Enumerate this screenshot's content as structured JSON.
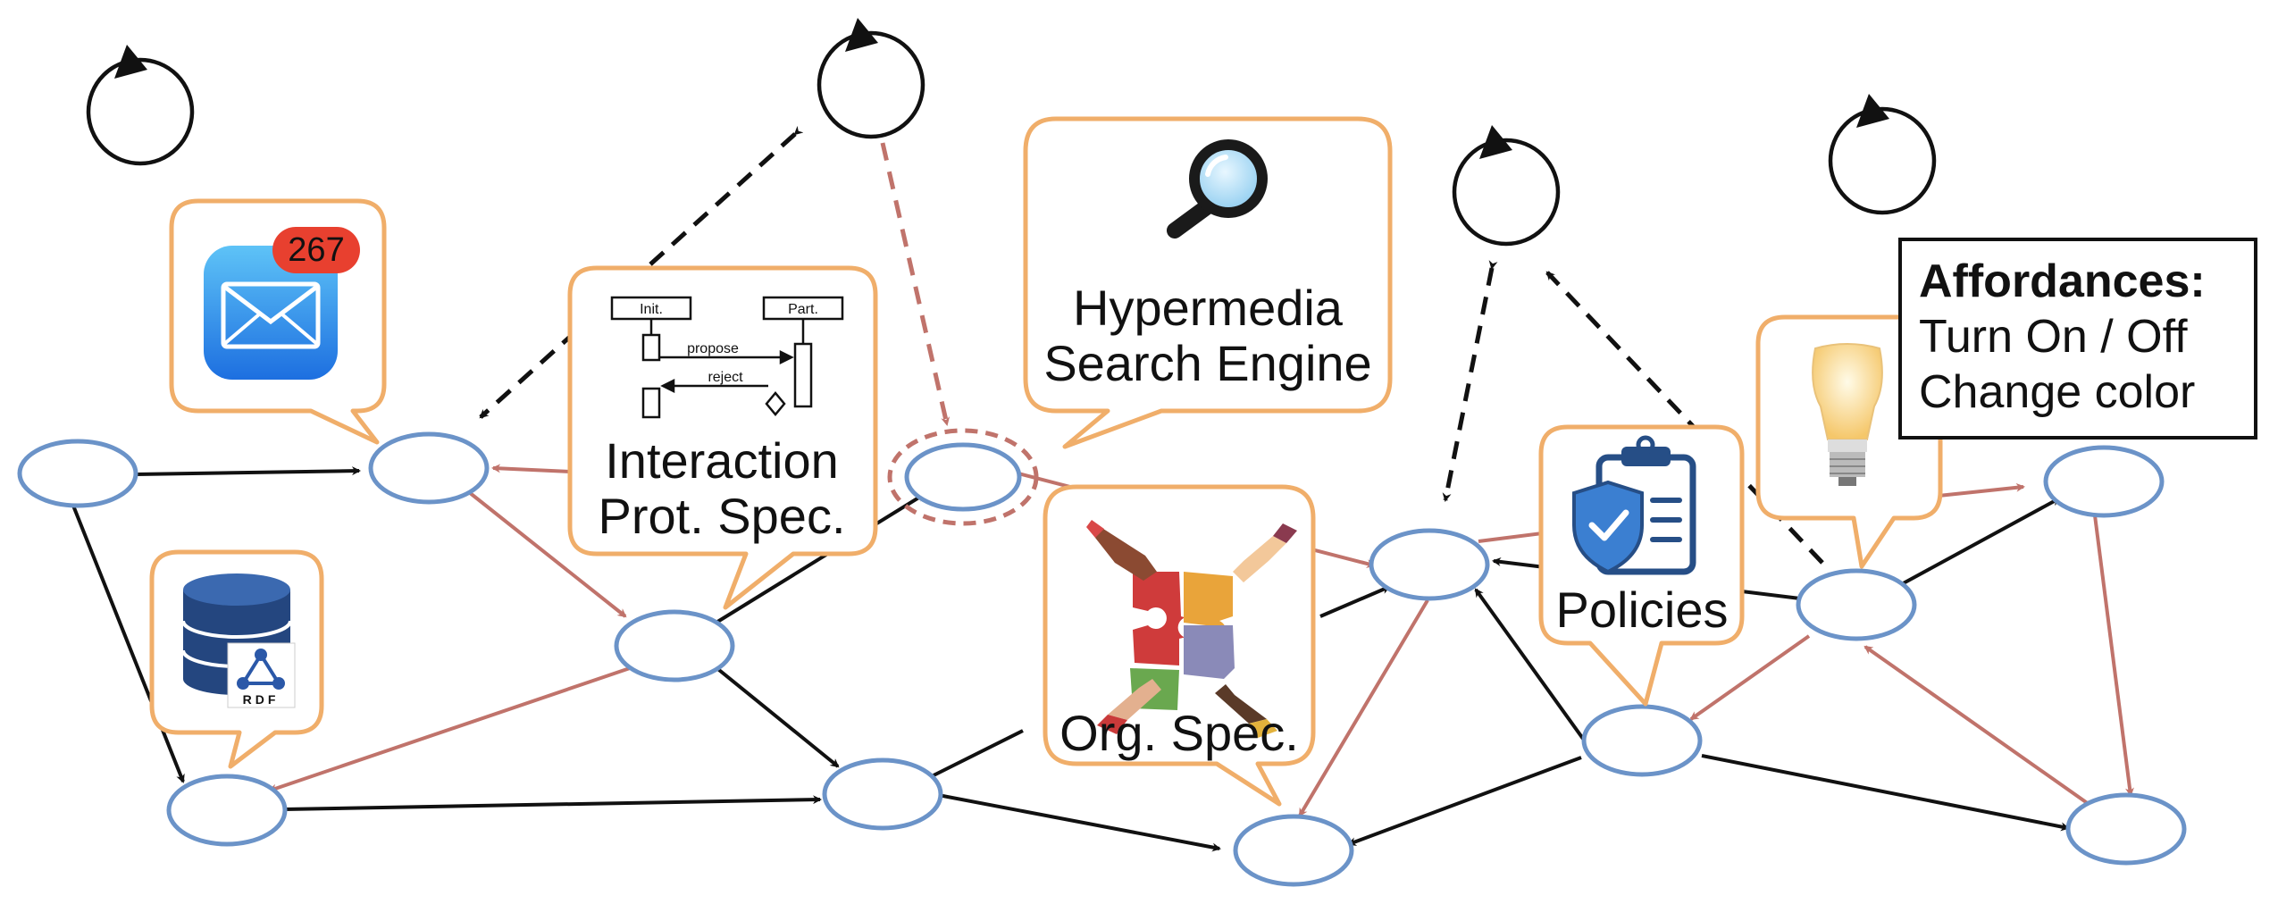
{
  "labels": {
    "search_engine_line1": "Hypermedia",
    "search_engine_line2": "Search Engine",
    "interaction_line1": "Interaction",
    "interaction_line2": "Prot. Spec.",
    "org_spec": "Org. Spec.",
    "policies": "Policies",
    "mail_badge": "267",
    "rdf_text": "RDF"
  },
  "sequence_diagram": {
    "role_left": "Init.",
    "role_right": "Part.",
    "message_1": "propose",
    "message_2": "reject"
  },
  "affordances": {
    "title": "Affordances:",
    "line1": "Turn On / Off",
    "line2": "Change color"
  },
  "icons": [
    "mail-icon",
    "database-rdf-icon",
    "sequence-diagram-icon",
    "magnifier-icon",
    "puzzle-hands-icon",
    "clipboard-shield-icon",
    "light-bulb-icon",
    "agent-icon"
  ],
  "colors": {
    "node_stroke": "#6b93c8",
    "callout_stroke": "#f0ae6a",
    "red_link": "#c0736b",
    "black_link": "#111111"
  }
}
